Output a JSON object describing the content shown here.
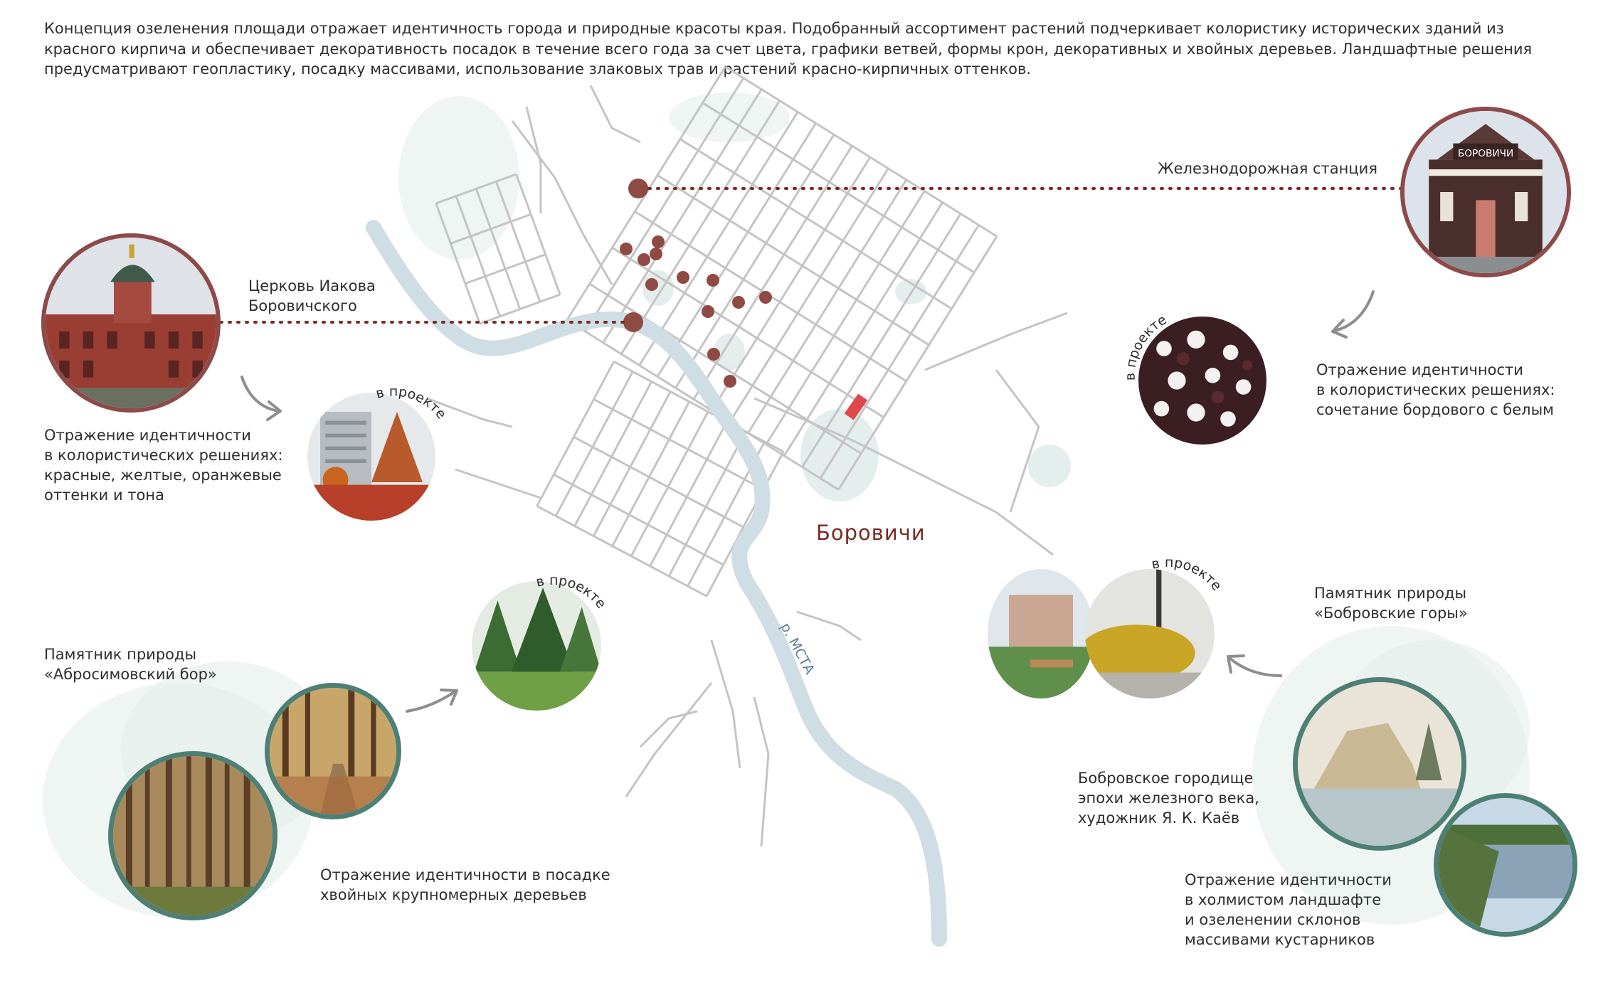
{
  "intro": "Концепция озеленения площади отражает идентичность города и природные красоты края. Подобранный ассортимент растений подчеркивает колористику исторических зданий из красного кирпича и обеспечивает декоративность посадок в течение всего года за счет цвета, графики ветвей, формы крон, декоративных и хвойных деревьев. Ландшафтные решения предусматривают геопластику, посадку массивами, использование злаковых трав и растений красно-кирпичных оттенков.",
  "map": {
    "city": "Боровичи",
    "river": "р. МСТА"
  },
  "callouts": {
    "church": {
      "line1": "Церковь Иакова",
      "line2": "Боровичского"
    },
    "station": "Железнодорожная станция",
    "church_identity": [
      "Отражение идентичности",
      "в колористических решениях:",
      "красные, желтые, оранжевые",
      "оттенки и тона"
    ],
    "station_identity": [
      "Отражение идентичности",
      "в колористических решениях:",
      "сочетание бордового с белым"
    ],
    "abrosimov": [
      "Памятник природы",
      "«Абросимовский бор»"
    ],
    "abrosimov_identity": [
      "Отражение идентичности в посадке",
      "хвойных крупномерных деревьев"
    ],
    "bobrov": [
      "Памятник природы",
      "«Бобровские горы»"
    ],
    "bobrov_hillfort": [
      "Бобровское городище",
      "эпохи железного века,",
      "художник Я. К. Каёв"
    ],
    "bobrov_identity": [
      "Отражение идентичности",
      "в холмистом ландшафте",
      "и озеленении склонов",
      "массивами кустарников"
    ]
  },
  "in_project": "в проекте",
  "station_sign": "БОРОВИЧИ",
  "colors": {
    "accent": "#7a2a24",
    "dot": "#8f4a44",
    "ring_red": "#8c4a4a",
    "ring_green": "#4e7f74",
    "river": "#cfdde4",
    "streets": "#c4c4c4",
    "project_site": "#e0474c"
  }
}
